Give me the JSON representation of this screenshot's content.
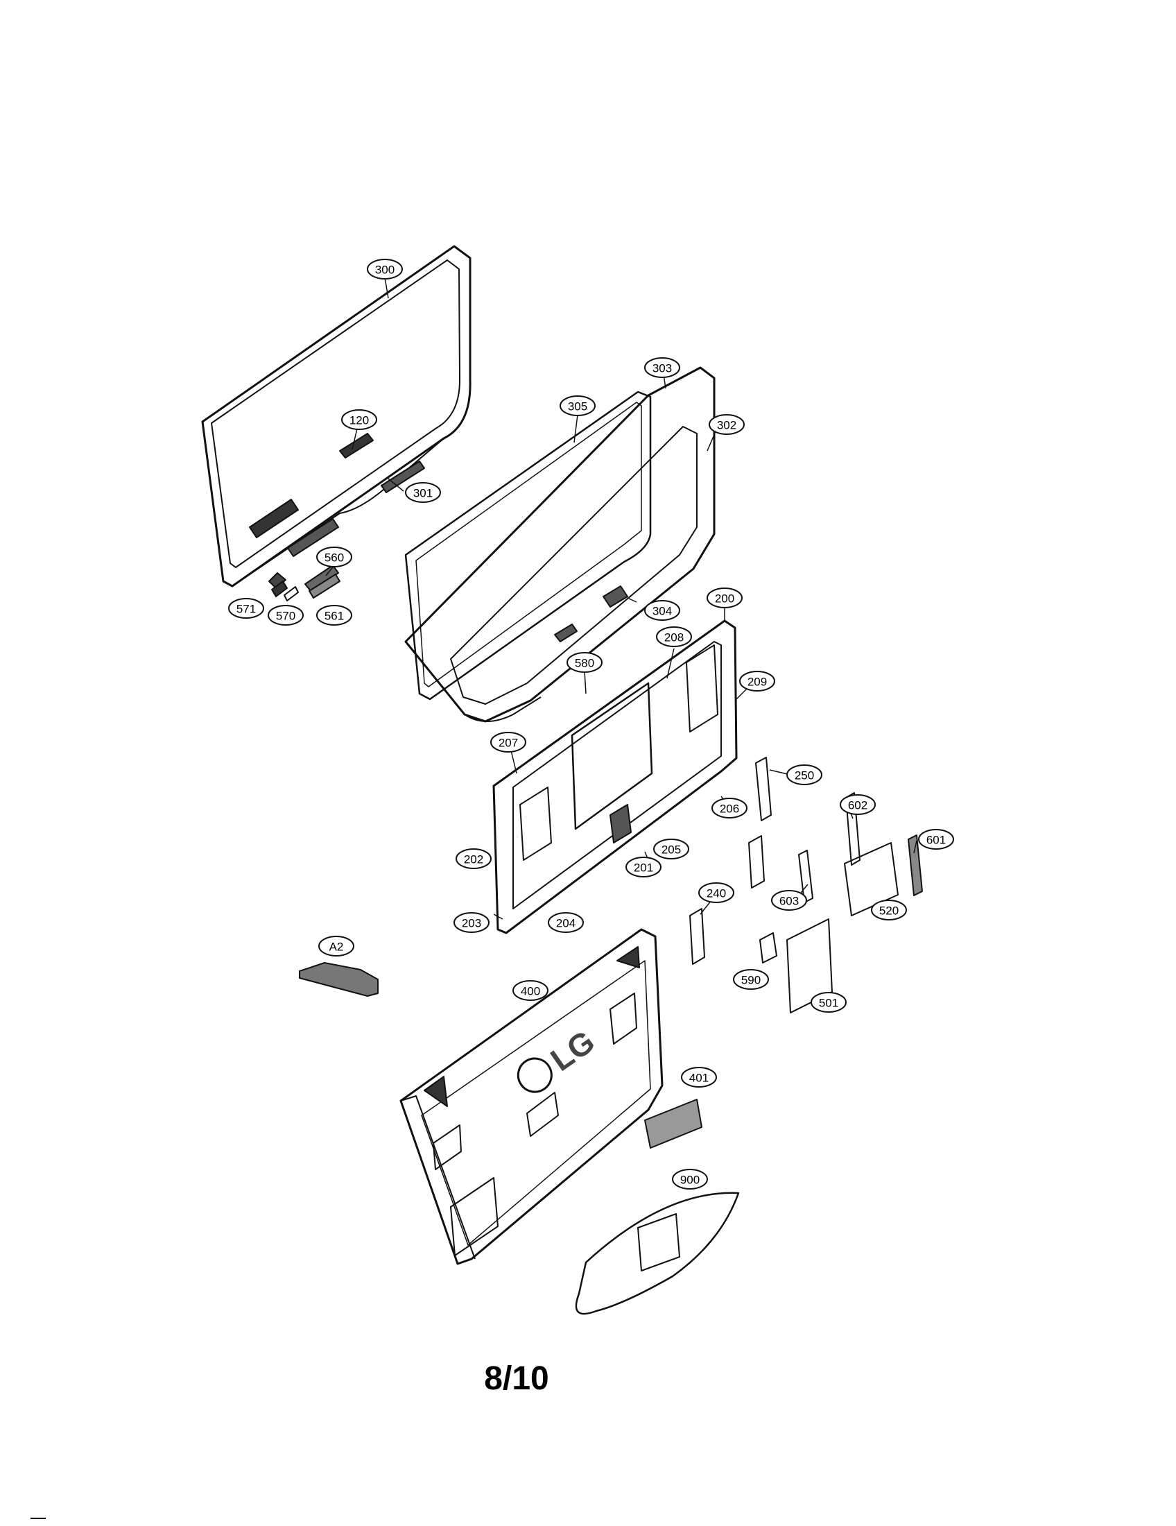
{
  "page": {
    "number": "8/10"
  },
  "logo": {
    "text": "LG"
  },
  "callouts": [
    {
      "id": "300",
      "label": "300"
    },
    {
      "id": "120",
      "label": "120"
    },
    {
      "id": "301",
      "label": "301"
    },
    {
      "id": "303",
      "label": "303"
    },
    {
      "id": "305",
      "label": "305"
    },
    {
      "id": "302",
      "label": "302"
    },
    {
      "id": "560",
      "label": "560"
    },
    {
      "id": "571",
      "label": "571"
    },
    {
      "id": "570",
      "label": "570"
    },
    {
      "id": "561",
      "label": "561"
    },
    {
      "id": "304",
      "label": "304"
    },
    {
      "id": "200",
      "label": "200"
    },
    {
      "id": "208",
      "label": "208"
    },
    {
      "id": "580",
      "label": "580"
    },
    {
      "id": "209",
      "label": "209"
    },
    {
      "id": "207",
      "label": "207"
    },
    {
      "id": "250",
      "label": "250"
    },
    {
      "id": "206",
      "label": "206"
    },
    {
      "id": "602",
      "label": "602"
    },
    {
      "id": "202",
      "label": "202"
    },
    {
      "id": "205",
      "label": "205"
    },
    {
      "id": "601",
      "label": "601"
    },
    {
      "id": "201",
      "label": "201"
    },
    {
      "id": "603",
      "label": "603"
    },
    {
      "id": "520",
      "label": "520"
    },
    {
      "id": "240",
      "label": "240"
    },
    {
      "id": "203",
      "label": "203"
    },
    {
      "id": "204",
      "label": "204"
    },
    {
      "id": "A2",
      "label": "A2"
    },
    {
      "id": "590",
      "label": "590"
    },
    {
      "id": "501",
      "label": "501"
    },
    {
      "id": "400",
      "label": "400"
    },
    {
      "id": "401",
      "label": "401"
    },
    {
      "id": "900",
      "label": "900"
    }
  ]
}
